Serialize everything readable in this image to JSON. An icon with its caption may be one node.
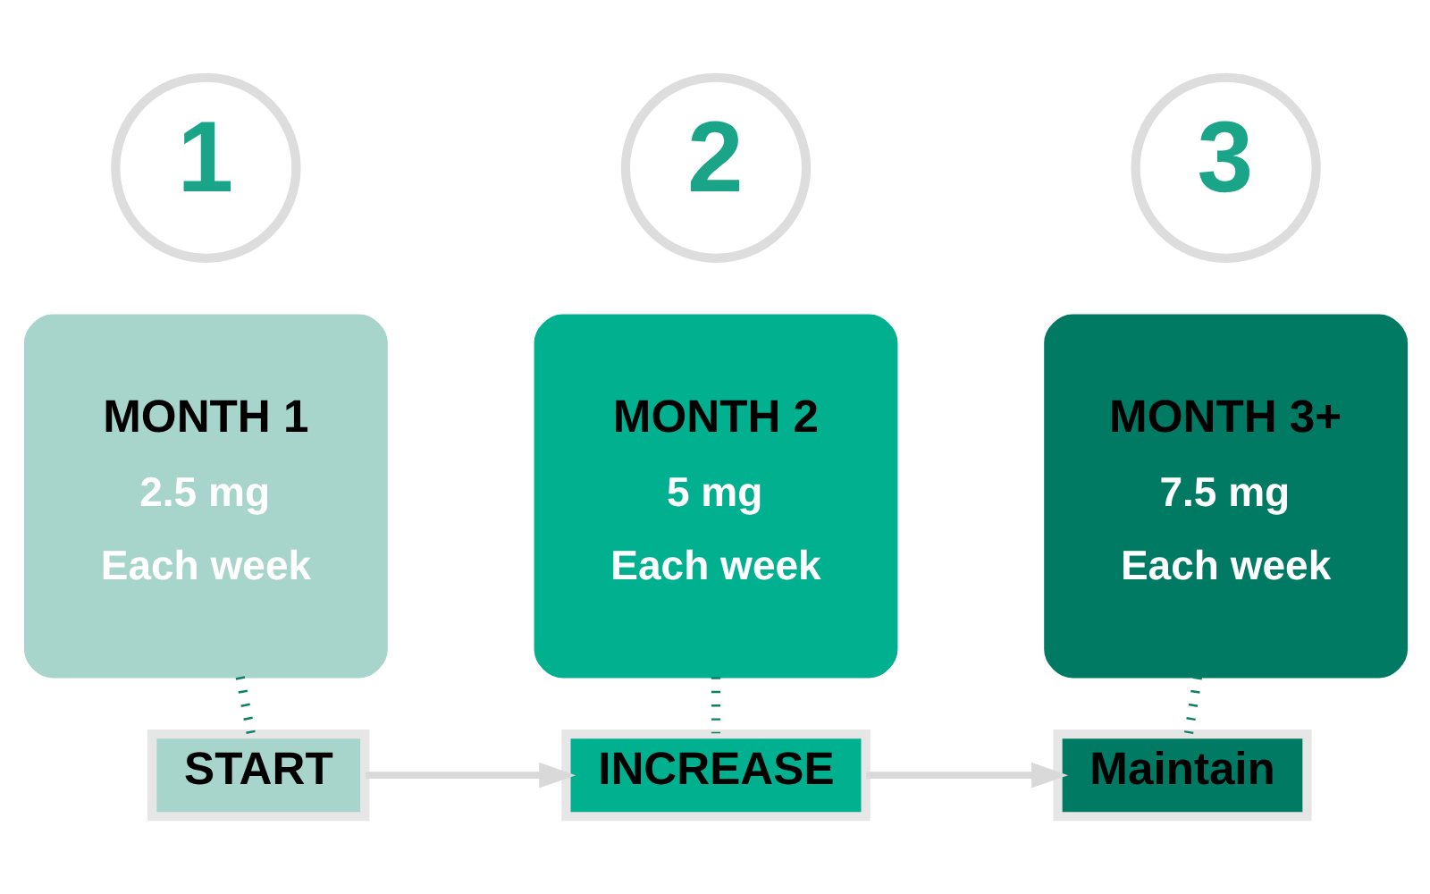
{
  "diagram": {
    "nodes": [
      {
        "text": [
          "1"
        ]
      },
      {
        "text": [
          "MONTH 1",
          "2.5 mg",
          "Each week"
        ]
      },
      {
        "text": [
          "2"
        ]
      },
      {
        "text": [
          "MONTH 2",
          "5 mg",
          "Each week"
        ]
      },
      {
        "text": [
          "3"
        ]
      },
      {
        "text": [
          "MONTH 3+",
          "7.5 mg",
          "Each week"
        ]
      },
      {
        "text": [
          "START"
        ]
      },
      {
        "text": [
          "INCREASE"
        ]
      },
      {
        "text": [
          "Maintain"
        ]
      }
    ],
    "edges": [
      {
        "from": 1,
        "to": 6,
        "arrow": "none",
        "style": "dashed",
        "color": "#0b7f68"
      },
      {
        "from": 3,
        "to": 7,
        "arrow": "none",
        "style": "dashed",
        "color": "#0b7f68"
      },
      {
        "from": 5,
        "to": 8,
        "arrow": "none",
        "style": "dashed",
        "color": "#0b7f68"
      },
      {
        "from": 6,
        "to": 7,
        "arrow": "to",
        "color": "#d9d9d9"
      },
      {
        "from": 7,
        "to": 8,
        "arrow": "to",
        "color": "#d9d9d9"
      }
    ]
  }
}
